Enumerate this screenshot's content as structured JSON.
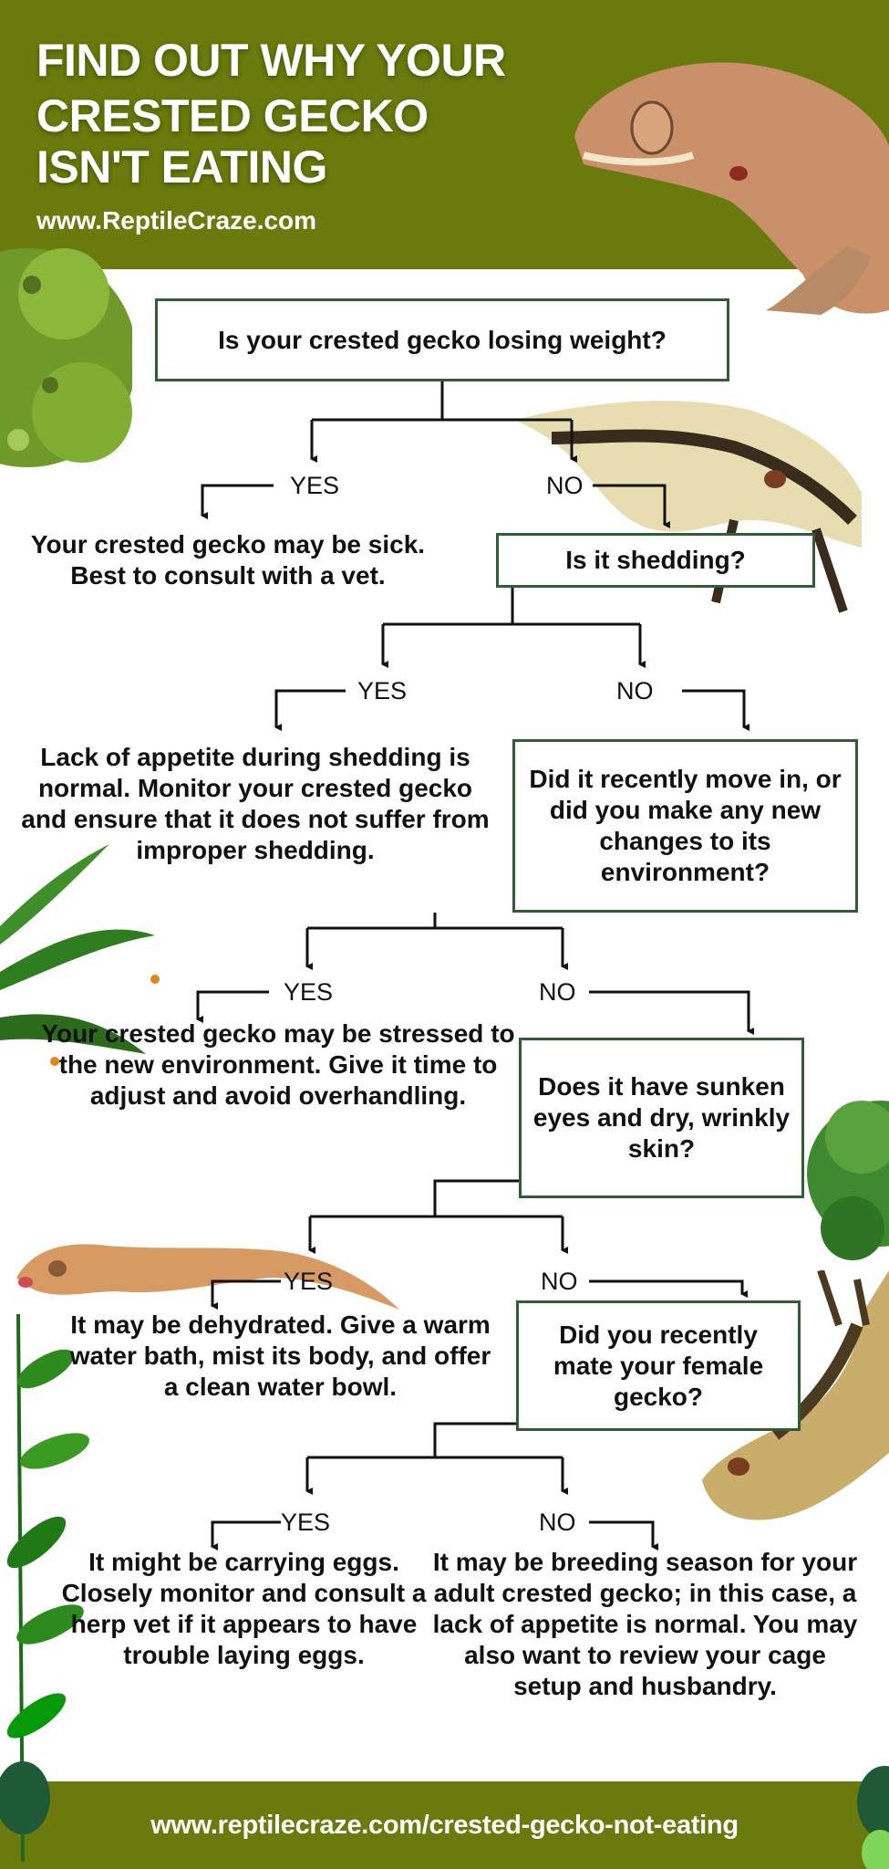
{
  "header": {
    "title_lines": [
      "FIND OUT WHY YOUR",
      "CRESTED GECKO",
      "ISN'T EATING"
    ],
    "website": "www.ReptileCraze.com"
  },
  "flow": {
    "q1": "Is your crested gecko losing weight?",
    "q1_yes": "YES",
    "q1_no": "NO",
    "a1": "Your crested gecko may be sick. Best to consult with a vet.",
    "q2": "Is it shedding?",
    "q2_yes": "YES",
    "q2_no": "NO",
    "a2": "Lack of appetite during shedding is normal. Monitor your crested gecko and ensure that it does not suffer from improper shedding.",
    "q3": "Did it recently move in, or did you make any new changes to its environment?",
    "q3_yes": "YES",
    "q3_no": "NO",
    "a3": "Your crested gecko may be stressed to the new environment. Give it time to adjust and avoid overhandling.",
    "q4": "Does it have sunken eyes and dry, wrinkly skin?",
    "q4_yes": "YES",
    "q4_no": "NO",
    "a4": "It may be dehydrated. Give a warm water bath, mist its body, and offer a clean water bowl.",
    "q5": "Did you recently mate your female gecko?",
    "q5_yes": "YES",
    "q5_no": "NO",
    "a5_yes": "It might be carrying eggs. Closely monitor and consult a herp vet if it appears to have trouble laying eggs.",
    "a5_no": "It may be breeding season for your adult crested gecko; in this case, a lack of appetite is normal. You may also want to review your cage setup and husbandry."
  },
  "footer": {
    "url": "www.reptilecraze.com/crested-gecko-not-eating"
  },
  "colors": {
    "header_green": "#6a7a0c",
    "box_border": "#2f5e34",
    "text": "#111111"
  }
}
